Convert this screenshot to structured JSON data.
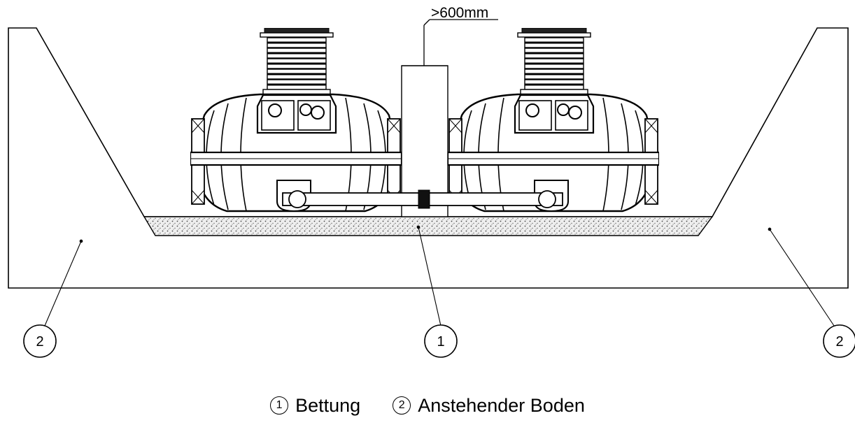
{
  "dimension": {
    "text": ">600mm"
  },
  "callouts": [
    {
      "id": "left",
      "number": "2"
    },
    {
      "id": "center",
      "number": "1"
    },
    {
      "id": "right",
      "number": "2"
    }
  ],
  "legend": [
    {
      "number": "1",
      "label": "Bettung"
    },
    {
      "number": "2",
      "label": "Anstehender Boden"
    }
  ],
  "colors": {
    "line": "#000000",
    "bedding": "#e6e6e6",
    "background": "#ffffff"
  }
}
